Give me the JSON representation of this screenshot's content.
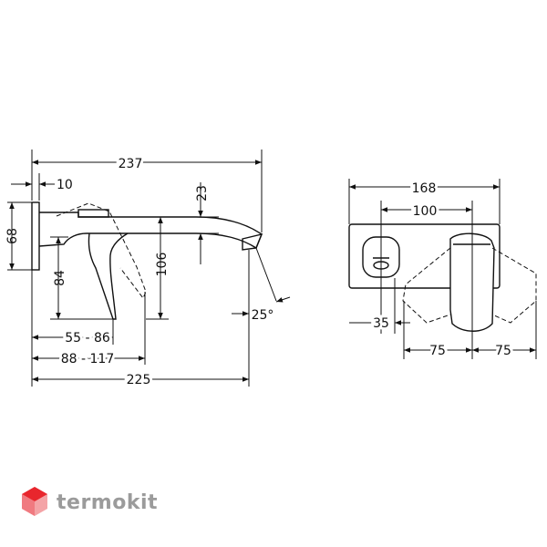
{
  "drawing": {
    "side_view": {
      "dimensions": {
        "overall_length": "237",
        "wall_plate": "10",
        "spout_height": "23",
        "plate_height": "68",
        "lever_height": "84",
        "spout_drop": "106",
        "range_a": "55 - 86",
        "range_b": "88 - 117",
        "projection": "225",
        "angle": "25°"
      }
    },
    "front_view": {
      "dimensions": {
        "plate_width": "168",
        "center_distance": "100",
        "offset": "35",
        "lever_left": "75",
        "lever_right": "75"
      }
    }
  },
  "brand": {
    "name": "termokit",
    "colors": {
      "gray": "#9b9b9b",
      "red": "#e8262d",
      "pink": "#f4a3a6"
    }
  }
}
